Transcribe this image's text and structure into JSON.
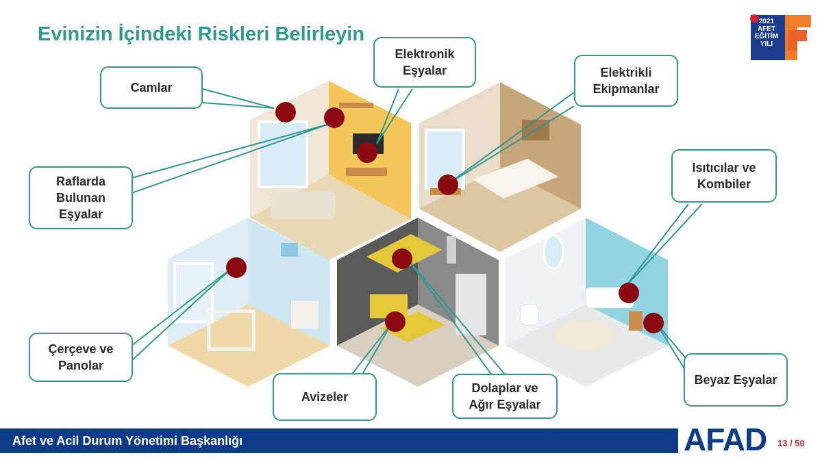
{
  "title": "Evinizin İçindeki Riskleri Belirleyin",
  "callouts": {
    "camlar": "Camlar",
    "elektronik": "Elektronik\nEşyalar",
    "elektrikli": "Elektrikli\nEkipmanlar",
    "raflarda": "Raflarda\nBulunan\nEşyalar",
    "isiticilar": "Isıtıcılar ve\nKombiler",
    "cerceve": "Çerçeve ve\nPanolar",
    "avizeler": "Avizeler",
    "dolaplar": "Dolaplar ve\nAğır Eşyalar",
    "beyaz": "Beyaz Eşyalar"
  },
  "year_logo": {
    "text": "2021\nAFET\nEĞİTİM\nYILI"
  },
  "footer": {
    "org": "Afet ve Acil Durum Yönetimi Başkanlığı",
    "logo": "AFAD",
    "page": "13 / 50"
  },
  "colors": {
    "accent": "#2f9a8f",
    "marker": "#8b0a12",
    "footer_bar": "#0e3a8a",
    "page_number": "#d8262e"
  }
}
